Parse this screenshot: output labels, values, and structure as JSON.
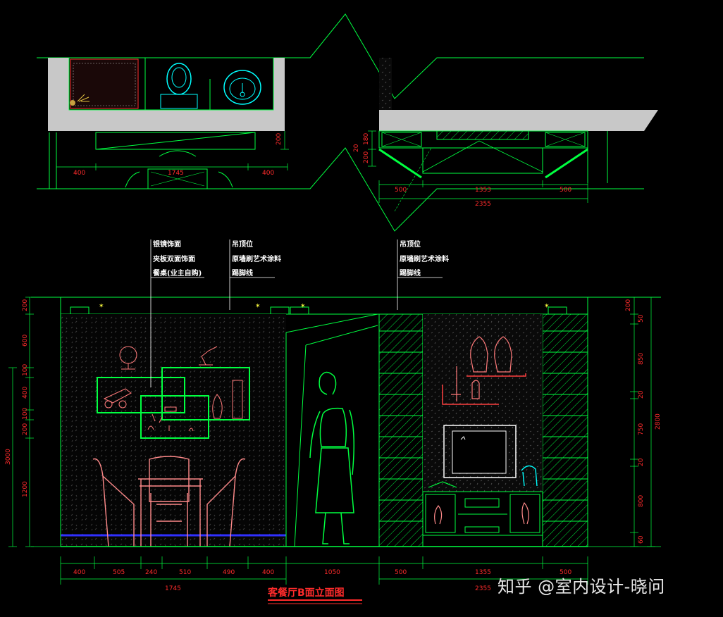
{
  "title": "客餐厅B面立面图",
  "watermark": "知乎 @室内设计-晓问",
  "callouts": {
    "left": [
      "银镜饰面",
      "夹板双面饰面",
      "餐桌(业主自购)"
    ],
    "middle": [
      "吊顶位",
      "原墙刷艺术涂料",
      "踢脚线"
    ],
    "right": [
      "吊顶位",
      "原墙刷艺术涂料",
      "踢脚线"
    ]
  },
  "plan_dims": {
    "left": [
      "400",
      "1745",
      "400"
    ],
    "right": [
      "500",
      "1353",
      "500"
    ],
    "right_total": "2355",
    "vertical": [
      "200",
      "20",
      "180",
      "200"
    ]
  },
  "elevation_dims": {
    "bottom_row": [
      "400",
      "505",
      "240",
      "510",
      "490",
      "400",
      "1050",
      "500",
      "1355",
      "500"
    ],
    "bottom_totals": [
      "1745",
      "2355"
    ],
    "left_side": [
      "200",
      "600",
      "100",
      "400",
      "100",
      "200",
      "1200"
    ],
    "left_total": "3000",
    "right_side": [
      "200",
      "50",
      "850",
      "20",
      "750",
      "20",
      "800",
      "60"
    ],
    "right_total": "2800"
  },
  "colors": {
    "background": "#000000",
    "linework": "#00ff40",
    "dimension": "#ff2b2b",
    "label": "#ffffff",
    "furniture": "#ff7a7a",
    "slab": "#c8c8c8"
  }
}
